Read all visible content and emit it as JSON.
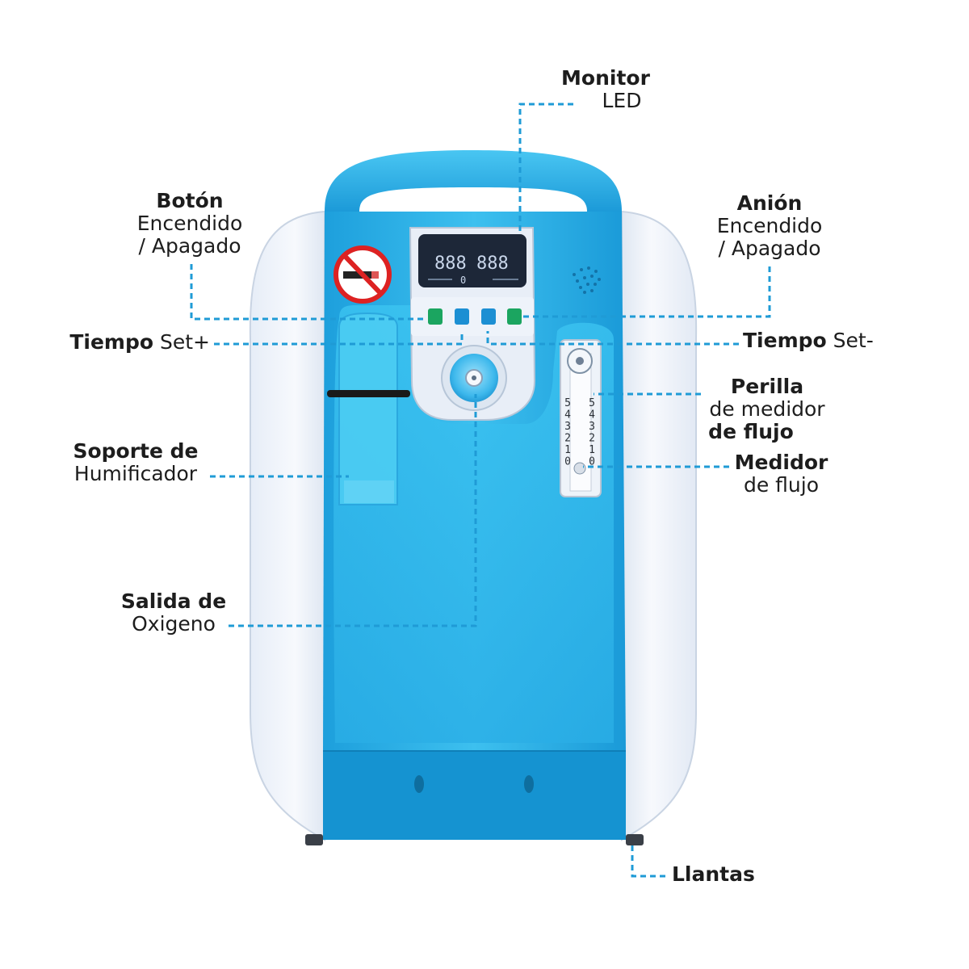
{
  "device": {
    "display_digits_left": "888",
    "display_digits_right": "888",
    "display_zero": "0",
    "flow_scale": [
      "5",
      "4",
      "3",
      "2",
      "1",
      "0"
    ],
    "colors": {
      "blue": "#1FA9E3",
      "blue_light": "#5CCBF2",
      "blue_dark": "#0E86BE",
      "shell": "#EEF3FA",
      "callout": "#1F9BD6",
      "button_green": "#1BA560",
      "button_blue": "#1C8FD3"
    }
  },
  "labels": {
    "monitor": {
      "bold": "Monitor",
      "normal": "LED"
    },
    "power": {
      "bold": "Botón",
      "line2": "Encendido",
      "line3": "/ Apagado"
    },
    "anion": {
      "bold": "Anión",
      "line2": "Encendido",
      "line3": "/ Apagado"
    },
    "time_plus": {
      "bold": "Tiempo",
      "normal": " Set+"
    },
    "time_minus": {
      "bold": "Tiempo",
      "normal": " Set-"
    },
    "knob": {
      "bold": "Perilla",
      "line2": "de medidor",
      "line3": "de flujo"
    },
    "humidifier": {
      "bold": "Soporte de",
      "line2": "Humificador"
    },
    "flowmeter": {
      "bold": "Medidor",
      "line2": "de flujo"
    },
    "outlet": {
      "bold": "Salida de",
      "line2": "Oxigeno"
    },
    "wheels": {
      "bold": "Llantas"
    }
  }
}
